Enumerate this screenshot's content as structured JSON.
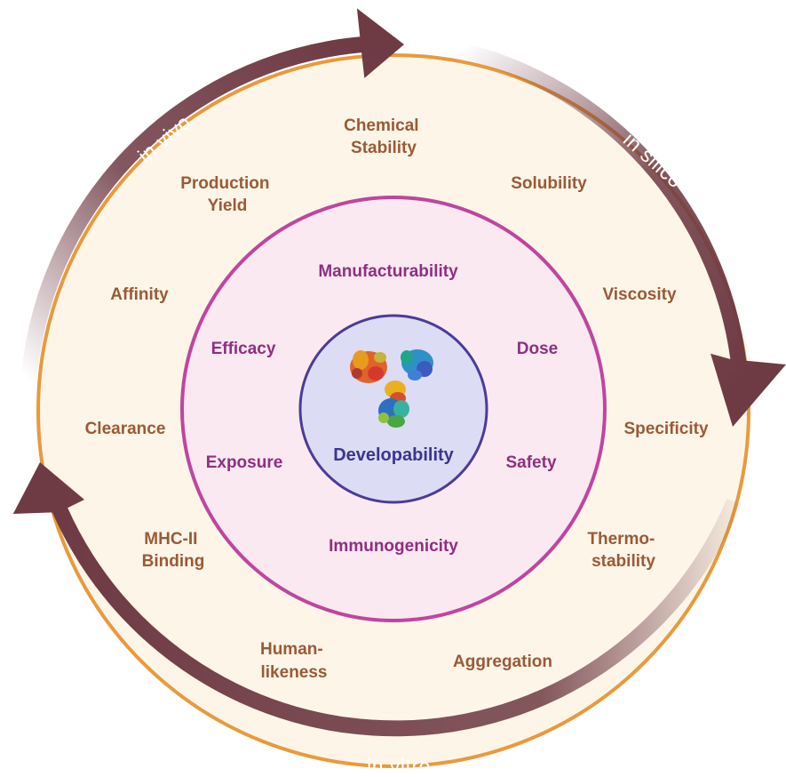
{
  "center": {
    "label": "Developability",
    "icon": "antibody-structure-icon"
  },
  "inner_ring": {
    "items": [
      "Manufacturability",
      "Dose",
      "Safety",
      "Immunogenicity",
      "Exposure",
      "Efficacy"
    ]
  },
  "outer_ring": {
    "items": [
      [
        "Chemical",
        "Stability"
      ],
      [
        "Solubility"
      ],
      [
        "Viscosity"
      ],
      [
        "Specificity"
      ],
      [
        "Thermo-",
        "stability"
      ],
      [
        "Aggregation"
      ],
      [
        "Human-",
        "likeness"
      ],
      [
        "MHC-II",
        "Binding"
      ],
      [
        "Clearance"
      ],
      [
        "Affinity"
      ],
      [
        "Production",
        "Yield"
      ]
    ]
  },
  "cycle": {
    "in_vivo": "in vivo",
    "in_silico": "in silico",
    "in_vitro": "in vitro"
  },
  "colors": {
    "arrow": "#6e3a44",
    "outer_fill": "#fdf6e8",
    "outer_stroke": "#e89a3c",
    "inner_fill": "#fbe9f1",
    "inner_stroke": "#c0459f",
    "core_fill": "#dcdcf5",
    "core_stroke": "#4a3c96",
    "outer_text": "#9a5a36",
    "inner_text": "#8e2f80",
    "core_text": "#3d3490"
  }
}
